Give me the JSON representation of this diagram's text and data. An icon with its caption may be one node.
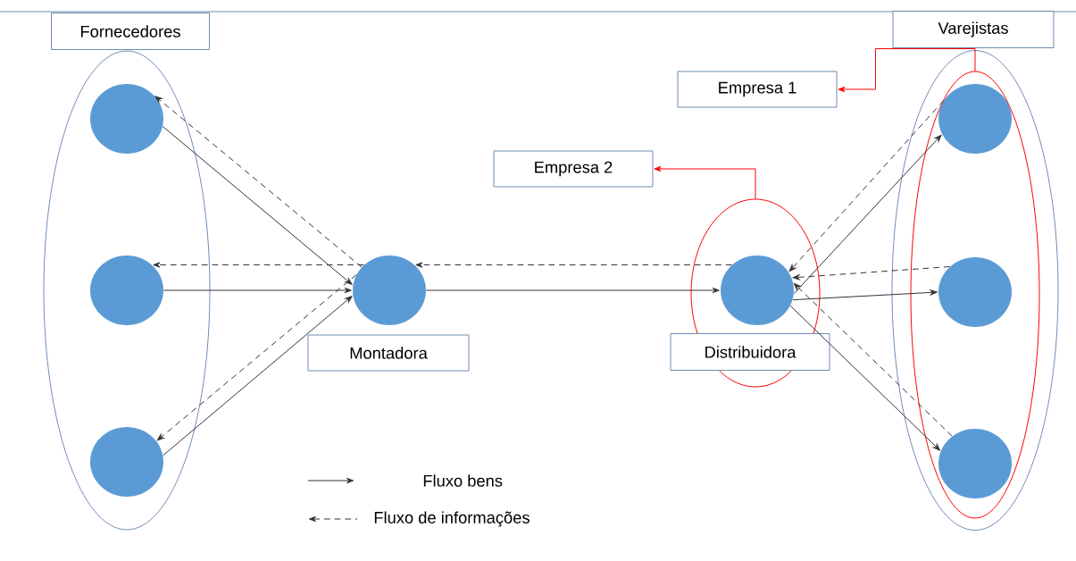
{
  "diagram": {
    "nodes": [
      {
        "text": [
          "Fornecedores"
        ]
      },
      {
        "text": [],
        "shape": "ellipse"
      },
      {
        "text": [],
        "shape": "circle",
        "in": 1
      },
      {
        "text": [],
        "shape": "circle",
        "in": 1
      },
      {
        "text": [],
        "shape": "circle",
        "in": 1
      },
      {
        "text": [],
        "shape": "circle"
      },
      {
        "text": [
          "Montadora"
        ]
      },
      {
        "text": [],
        "shape": "ellipse"
      },
      {
        "text": [],
        "shape": "circle",
        "in": 7
      },
      {
        "text": [
          "Distribuidora"
        ]
      },
      {
        "text": [
          "Varejistas"
        ]
      },
      {
        "text": [],
        "shape": "ellipse"
      },
      {
        "text": [],
        "shape": "ellipse",
        "in": 11
      },
      {
        "text": [],
        "shape": "circle",
        "in": 12
      },
      {
        "text": [],
        "shape": "circle",
        "in": 12
      },
      {
        "text": [],
        "shape": "circle",
        "in": 12
      },
      {
        "text": [
          "Empresa 1"
        ]
      },
      {
        "text": [
          "Empresa 2"
        ]
      }
    ],
    "edges": [
      {
        "from": 2,
        "to": 5,
        "arrow": "to"
      },
      {
        "from": 3,
        "to": 5,
        "arrow": "to"
      },
      {
        "from": 4,
        "to": 5,
        "arrow": "to"
      },
      {
        "from": 5,
        "to": 2,
        "arrow": "to",
        "style": "dashed"
      },
      {
        "from": 5,
        "to": 3,
        "arrow": "to",
        "style": "dashed"
      },
      {
        "from": 5,
        "to": 4,
        "arrow": "to",
        "style": "dashed"
      },
      {
        "from": 5,
        "to": 8,
        "arrow": "to"
      },
      {
        "from": 8,
        "to": 5,
        "arrow": "to",
        "style": "dashed"
      },
      {
        "from": 8,
        "to": 13,
        "arrow": "to"
      },
      {
        "from": 8,
        "to": 14,
        "arrow": "to"
      },
      {
        "from": 8,
        "to": 15,
        "arrow": "to"
      },
      {
        "from": 13,
        "to": 8,
        "arrow": "to",
        "style": "dashed"
      },
      {
        "from": 14,
        "to": 8,
        "arrow": "to",
        "style": "dashed"
      },
      {
        "from": 15,
        "to": 8,
        "arrow": "to",
        "style": "dashed"
      },
      {
        "from": 12,
        "to": 16,
        "arrow": "to",
        "color": "#ff0000"
      },
      {
        "from": 7,
        "to": 17,
        "arrow": "to",
        "color": "#ff0000"
      }
    ],
    "legend": [
      {
        "text": "Fluxo bens"
      },
      {
        "text": "Fluxo de informações"
      }
    ]
  }
}
